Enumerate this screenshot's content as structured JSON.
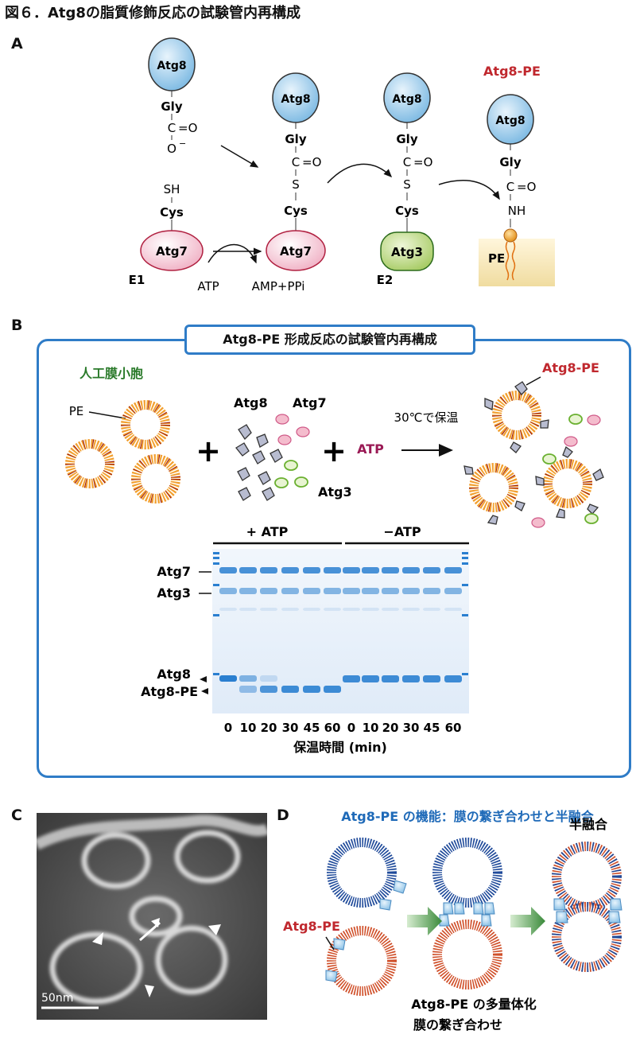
{
  "figure_title": "図６．Atg8の脂質修飾反応の試験管内再構成",
  "panels": {
    "a": "A",
    "b": "B",
    "c": "C",
    "d": "D"
  },
  "panel_a": {
    "atg8": "Atg8",
    "gly": "Gly",
    "co": "C=O",
    "c_letter": "C",
    "eq_o": "=O",
    "o_minus": "O",
    "minus": "−",
    "sh": "SH",
    "cys": "Cys",
    "s": "S",
    "nh": "NH",
    "atg7": "Atg7",
    "atg3": "Atg3",
    "e1": "E1",
    "e2": "E2",
    "atp": "ATP",
    "amp": "AMP+PPi",
    "atg8pe": "Atg8-PE",
    "pe": "PE"
  },
  "panel_b": {
    "box_title": "Atg8-PE 形成反応の試験管内再構成",
    "liposome_label": "人工膜小胞",
    "pe": "PE",
    "atg8": "Atg8",
    "atg7": "Atg7",
    "atg3": "Atg3",
    "plus": "+",
    "atp": "ATP",
    "incubation": "30℃で保温",
    "atg8pe": "Atg8-PE",
    "gel": {
      "plus_atp": "+ ATP",
      "minus_atp": "−ATP",
      "bands": [
        "Atg7",
        "Atg3",
        "Atg8",
        "Atg8-PE"
      ],
      "lanes": [
        "0",
        "10",
        "20",
        "30",
        "45",
        "60",
        "0",
        "10",
        "20",
        "30",
        "45",
        "60"
      ],
      "xlabel": "保温時間 (min)"
    }
  },
  "panel_c": {
    "scale_bar": "50nm"
  },
  "panel_d": {
    "title": "Atg8-PE の機能：膜の繋ぎ合わせと半融合",
    "atg8pe": "Atg8-PE",
    "hemifusion": "半融合",
    "caption_line1": "Atg8-PE の多量体化",
    "caption_line2": "膜の繋ぎ合わせ"
  },
  "colors": {
    "atg8_blue": "#8cc4e8",
    "atg7_pink": "#f5c4d2",
    "atg3_green": "#b6d77a",
    "pe_red": "#c0282e",
    "green_text": "#2a7a2a",
    "box_blue": "#2f7cc7",
    "lipid_orange": "#f0a030",
    "gel_blue": "#2a7fd0"
  }
}
